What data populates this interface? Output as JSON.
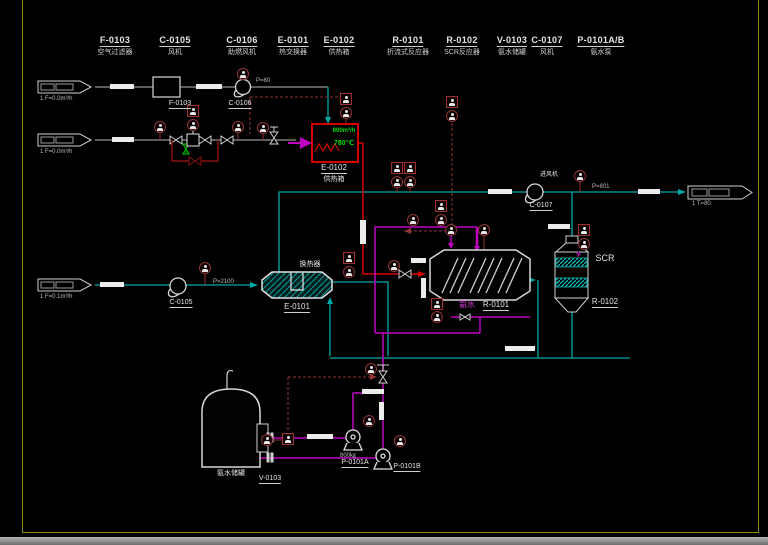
{
  "palette": {
    "background": "#000000",
    "frame": "#8c8c14",
    "pipe_air": "#b8b8b8",
    "pipe_flue_gas": "#00a8a8",
    "pipe_hot_gas": "#d40000",
    "pipe_ammonia": "#c000c0",
    "signal_line": "#8f3535",
    "instrument": "#a33030",
    "label_segment": "#ececec",
    "value_text": "#00dc00",
    "scrollbar": "#8f8f8f"
  },
  "header": {
    "items": [
      {
        "tag": "F-0103",
        "name": "空气过滤器"
      },
      {
        "tag": "C-0105",
        "name": "风机"
      },
      {
        "tag": "C-0106",
        "name": "助燃风机"
      },
      {
        "tag": "E-0101",
        "name": "热交换器"
      },
      {
        "tag": "E-0102",
        "name": "供热箱"
      },
      {
        "tag": "R-0101",
        "name": "折流式反应器"
      },
      {
        "tag": "R-0102",
        "name": "SCR反应器"
      },
      {
        "tag": "V-0103",
        "name": "氨水储罐"
      },
      {
        "tag": "C-0107",
        "name": "风机"
      },
      {
        "tag": "P-0101A/B",
        "name": "氨水泵"
      }
    ]
  },
  "labels": {
    "f0103": "F-0103",
    "c0106": "C-0106",
    "c0105": "C-0105",
    "e0101_tag": "E-0101",
    "e0101_name": "换热器",
    "e0102_tag": "E-0102",
    "e0102_name": "供热箱",
    "e0102_flow": "800m³/h",
    "e0102_temp": "780℃",
    "r0101_tag": "R-0101",
    "r0101_feed": "氨水",
    "r0102_tag": "R-0102",
    "r0102_name": "SCR",
    "c0107_tag": "C-0107",
    "c0107_name": "进风机",
    "v0103_tag": "V-0103",
    "v0103_name": "氨水储罐",
    "p0101a": "P-0101A",
    "p0101b": "P-0101B"
  },
  "notes": {
    "c0105": "P=2100",
    "c0107": "P=801",
    "line1": "P=80",
    "pump": "800㎏",
    "in1": "1 F=0.0m³/h",
    "in2": "1 F=0.0m³/h",
    "in3": "1 F=0.1m³/h",
    "out": "1 T=80"
  }
}
